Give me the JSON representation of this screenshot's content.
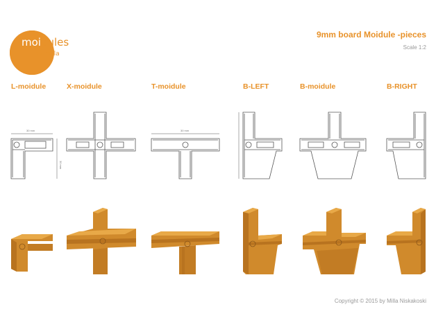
{
  "brand": {
    "logo_text_main": "moi",
    "logo_text_rest": "dules",
    "logo_sub": "by milla",
    "color": "#e8922a"
  },
  "title": "9mm board Moidule -pieces",
  "scale": "Scale 1:2",
  "labels": [
    "L-moidule",
    "X-moidule",
    "T-moidule",
    "B-LEFT",
    "B-moidule",
    "B-RIGHT"
  ],
  "dimensions": {
    "width_label": "30 mm",
    "height_label": "30 mm"
  },
  "copyright": "Copyright © 2015 by Milla Niskakoski",
  "colors": {
    "accent": "#e8922a",
    "wood_front": "#d08a2c",
    "wood_top": "#e8a948",
    "wood_side": "#b8731f",
    "line": "#555555"
  }
}
